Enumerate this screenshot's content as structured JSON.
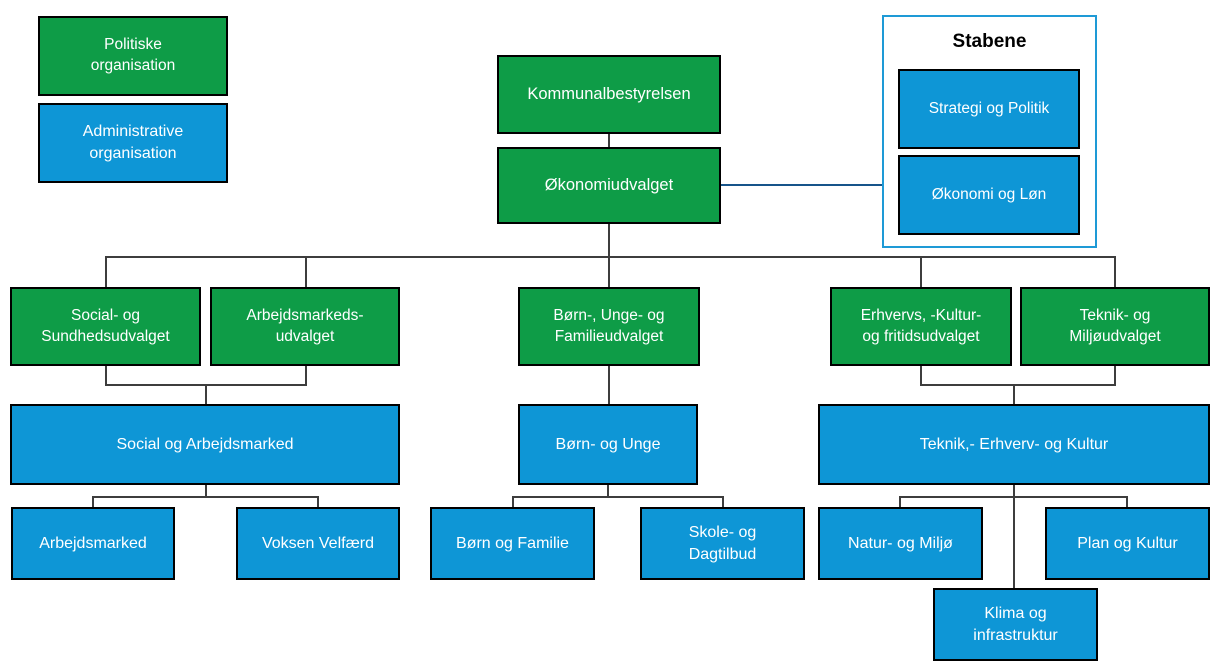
{
  "legend": {
    "politiske": "Politiske\norganisation",
    "administrative": "Administrative\norganisation"
  },
  "top": {
    "kommunalbestyrelsen": "Kommunalbestyrelsen",
    "okonomiudvalget": "Økonomiudvalget"
  },
  "stabene": {
    "title": "Stabene",
    "items": [
      "Strategi og Politik",
      "Økonomi og Løn"
    ]
  },
  "committees": [
    "Social- og\nSundhedsudvalget",
    "Arbejdsmarkeds-\nudvalget",
    "Børn-, Unge- og\nFamilieudvalget",
    "Erhvervs, -Kultur-\nog fritidsudvalget",
    "Teknik- og\nMiljøudvalget"
  ],
  "administrations": [
    "Social og Arbejdsmarked",
    "Børn- og Unge",
    "Teknik,- Erhverv- og Kultur"
  ],
  "departments": [
    "Arbejdsmarked",
    "Voksen Velfærd",
    "Børn og Familie",
    "Skole- og\nDagtilbud",
    "Natur- og Miljø",
    "Plan og Kultur",
    "Klima og\ninfrastruktur"
  ],
  "colors": {
    "political_green": "#0e9c47",
    "administrative_blue": "#0e96d6",
    "stabene_border_blue": "#1e9ad6",
    "stabene_link_blue": "#17548a",
    "connector_gray": "#3d3d3d",
    "text_white": "#ffffff",
    "text_black": "#000000"
  }
}
